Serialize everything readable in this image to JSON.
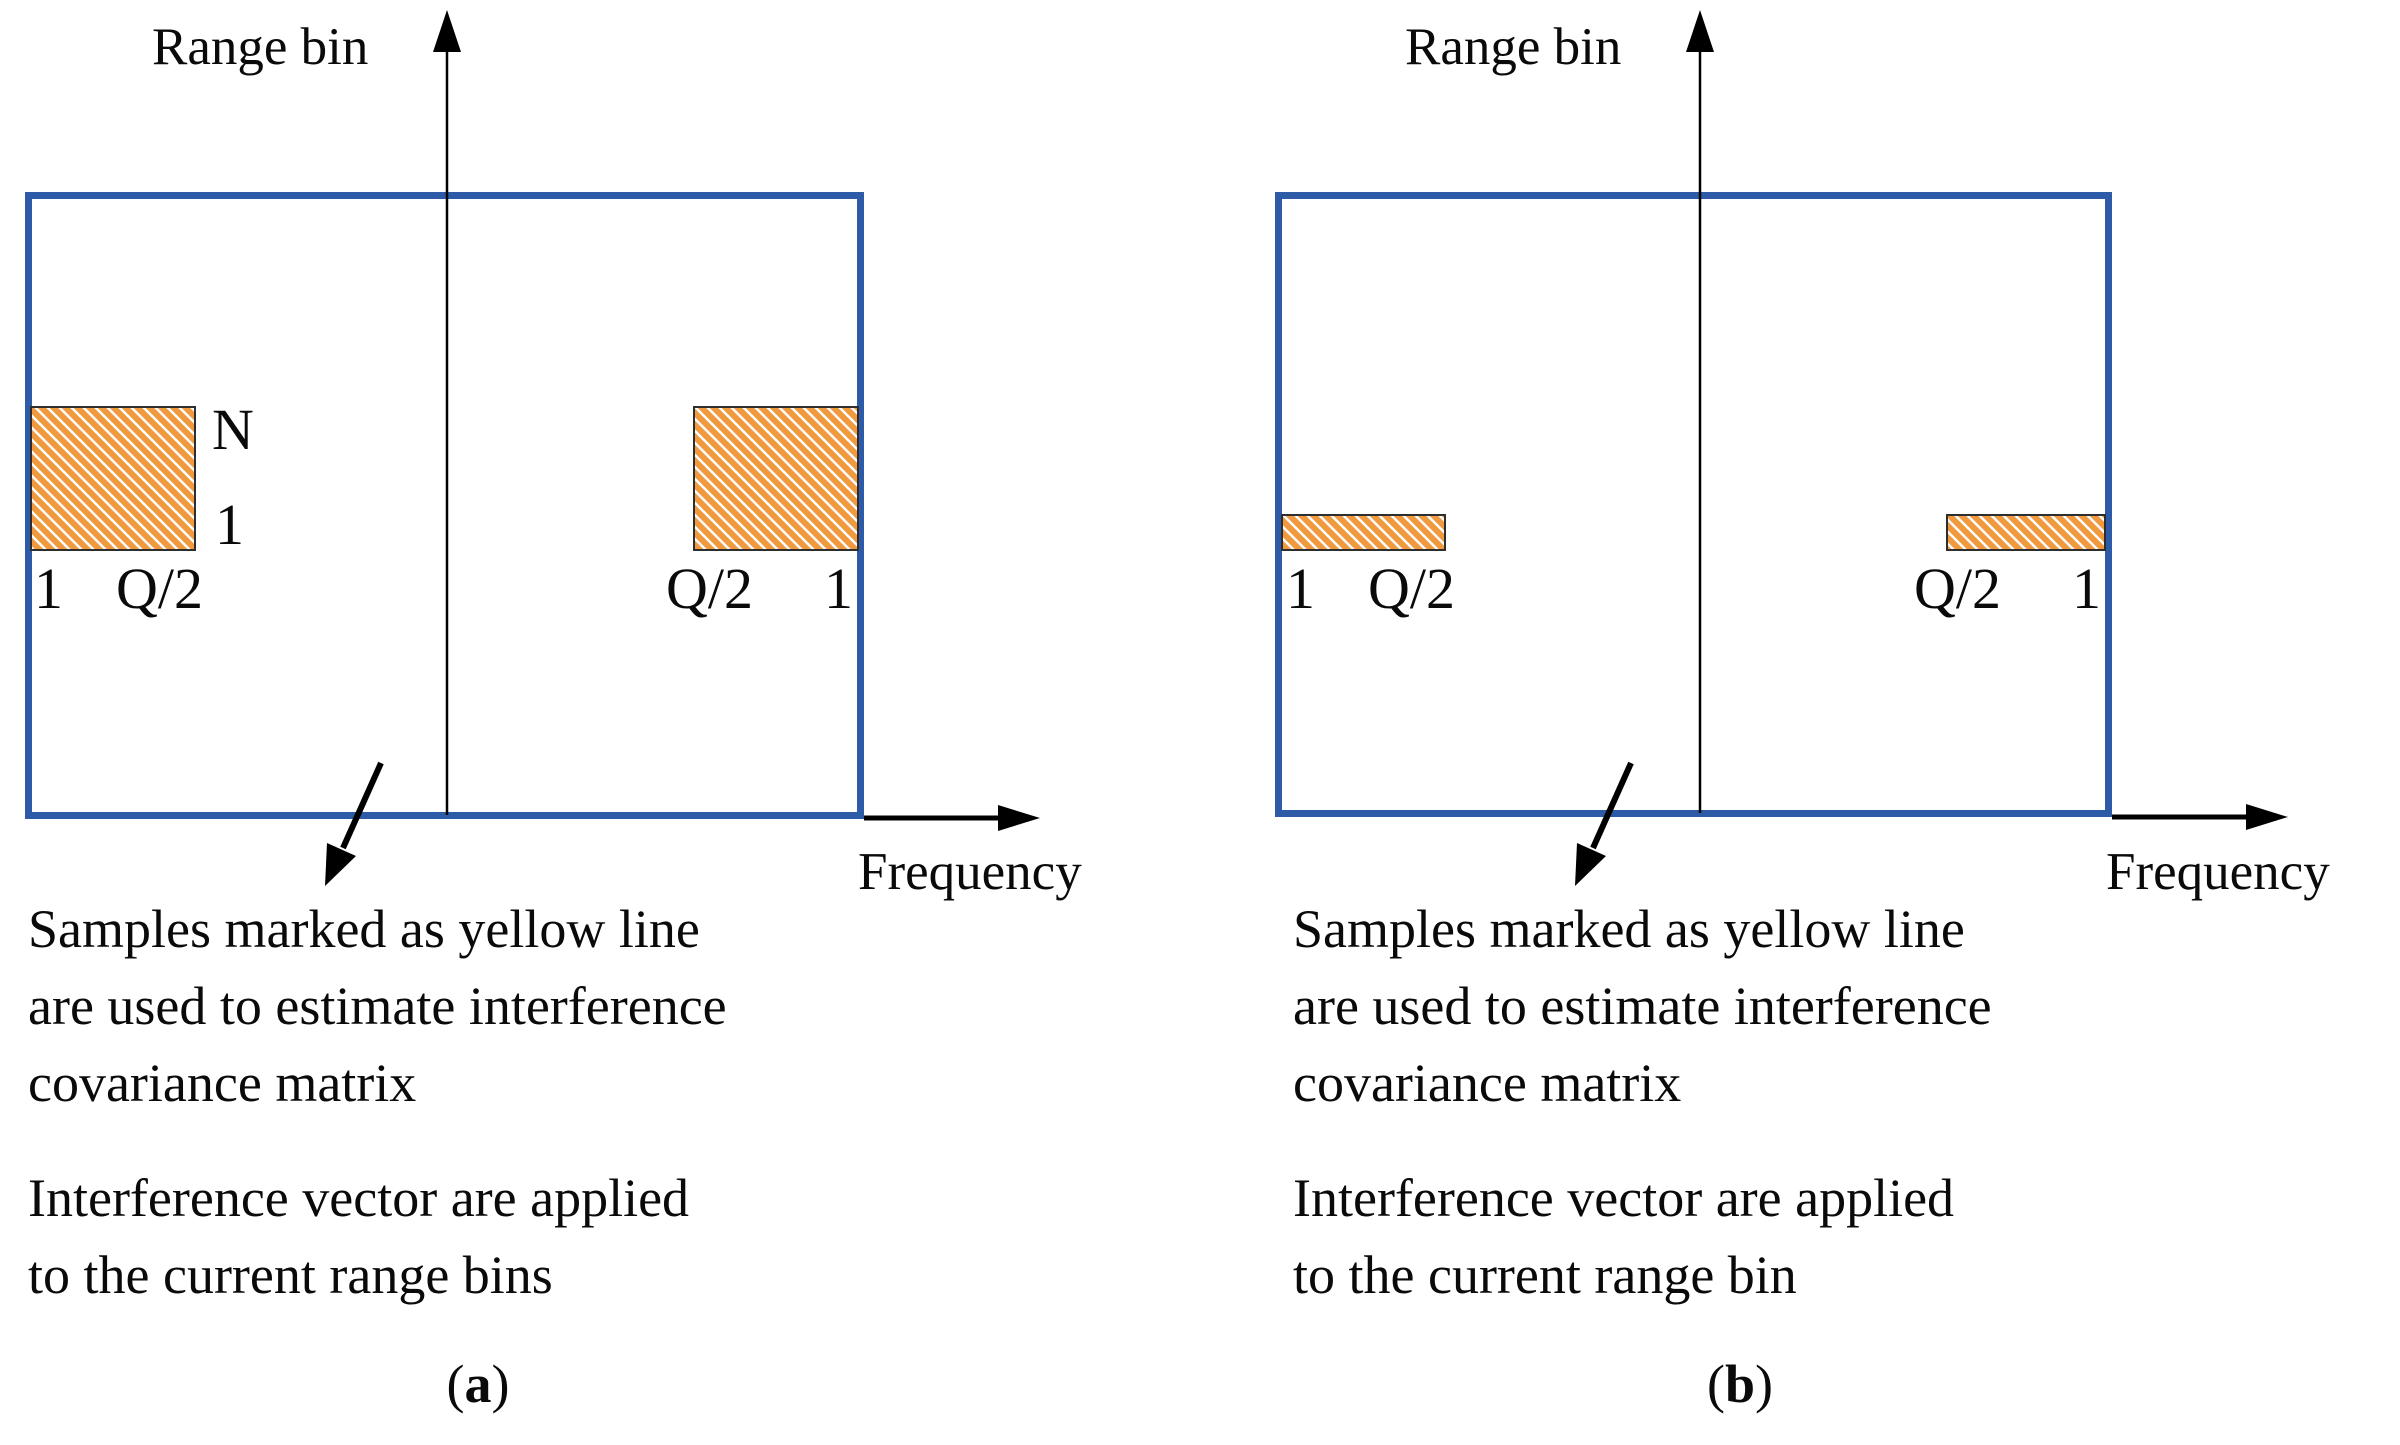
{
  "figure": {
    "colors": {
      "frame": "#2D5BA7",
      "orange": "#F0993F",
      "hatch": "#FFFFFF",
      "edge": "#2E2E2E",
      "ink": "#000000"
    },
    "panels": [
      {
        "key": "a",
        "y_axis": "Range bin",
        "x_axis": "Frequency",
        "left_region": {
          "n_label": "N",
          "one_label": "1",
          "start": "1",
          "end": "Q/2"
        },
        "right_region": {
          "start": "Q/2",
          "end": "1"
        },
        "note_estimate": [
          "Samples marked as yellow line",
          "are used to estimate interference",
          "covariance matrix"
        ],
        "note_apply": [
          "Interference vector are applied",
          "to the current range bins"
        ],
        "caption_pre": "(",
        "caption_letter": "a",
        "caption_post": ")"
      },
      {
        "key": "b",
        "y_axis": "Range bin",
        "x_axis": "Frequency",
        "left_region": {
          "start": "1",
          "end": "Q/2"
        },
        "right_region": {
          "start": "Q/2",
          "end": "1"
        },
        "note_estimate": [
          "Samples marked as yellow line",
          "are used to estimate interference",
          "covariance matrix"
        ],
        "note_apply": [
          "Interference vector are applied",
          "to the current range bin"
        ],
        "caption_pre": "(",
        "caption_letter": "b",
        "caption_post": ")"
      }
    ]
  }
}
